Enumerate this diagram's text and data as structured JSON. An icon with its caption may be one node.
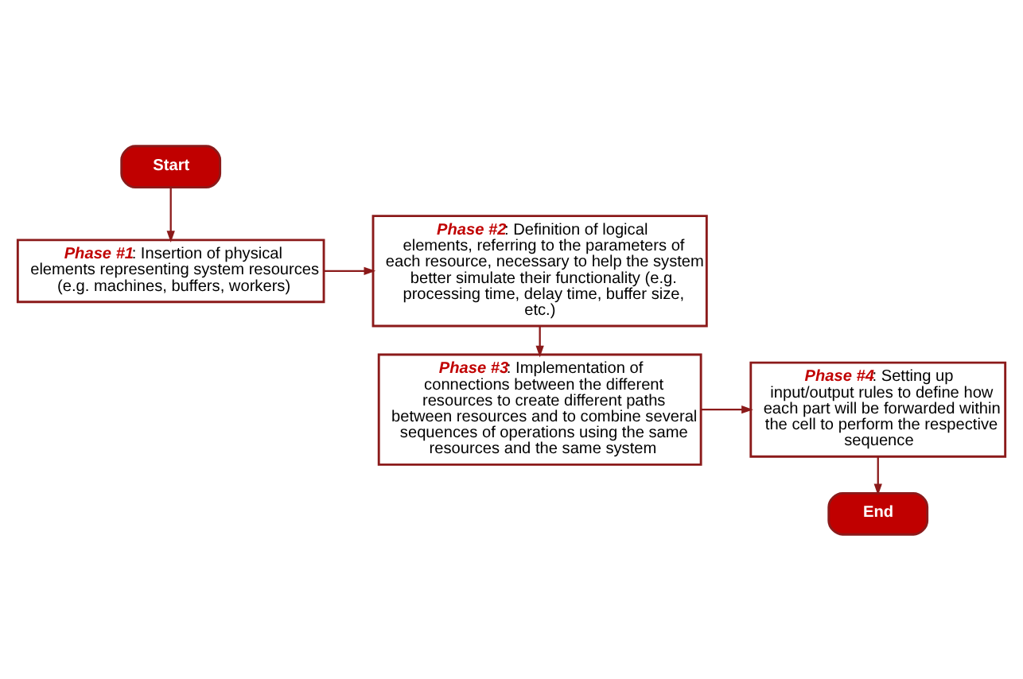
{
  "diagram": {
    "nodes": [
      {
        "text": [
          "Start"
        ]
      },
      {
        "text": [
          "**Phase #1**: Insertion of physical elements representing system resources (e.g. machines, buffers, workers)"
        ]
      },
      {
        "text": [
          "**Phase #2**: Definition of logical elements, referring to the parameters of each resource, necessary to help the system better simulate their functionality (e.g. processing time, delay time, buffer size, etc.)"
        ]
      },
      {
        "text": [
          "**Phase #3**: Implementation of connections between the different resources to create different paths between resources and to combine several sequences of operations using the same resources and the same system"
        ]
      },
      {
        "text": [
          "**Phase #4**: Setting up input/output rules to define how each part will be forwarded within the cell to perform the respective sequence"
        ]
      },
      {
        "text": [
          "End"
        ]
      }
    ],
    "edges": [
      {
        "from": 0,
        "to": 1,
        "arrow": "to"
      },
      {
        "from": 1,
        "to": 2,
        "arrow": "to"
      },
      {
        "from": 2,
        "to": 3,
        "arrow": "to"
      },
      {
        "from": 3,
        "to": 4,
        "arrow": "to"
      },
      {
        "from": 4,
        "to": 5,
        "arrow": "to"
      }
    ]
  }
}
